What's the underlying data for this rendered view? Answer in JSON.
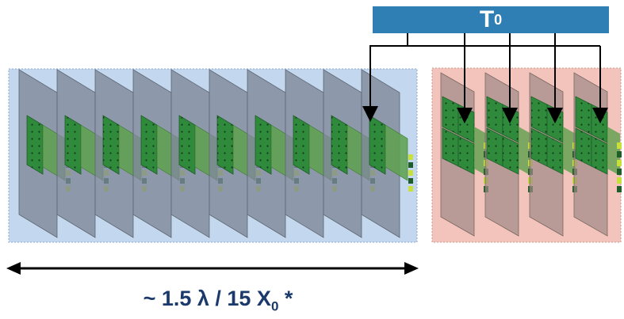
{
  "timing_bar": {
    "label": "T",
    "subscript": "0"
  },
  "top_cut_text": "",
  "dimension": {
    "label_prefix": "~ 1.5 λ / 15 X",
    "label_subscript": "0",
    "label_suffix": " *"
  },
  "colors": {
    "timing_bar": "#2f7fb5",
    "left_region": "#c3d8ee",
    "right_region": "#f2c4bb",
    "plane": "#7e8798",
    "pad_green": "#2f8a3c",
    "connector_yellow": "#c8e03a",
    "arrow": "#000000"
  },
  "icons": {
    "dimension_arrow": "double-headed-arrow",
    "timing_arrows": "down-arrow"
  }
}
